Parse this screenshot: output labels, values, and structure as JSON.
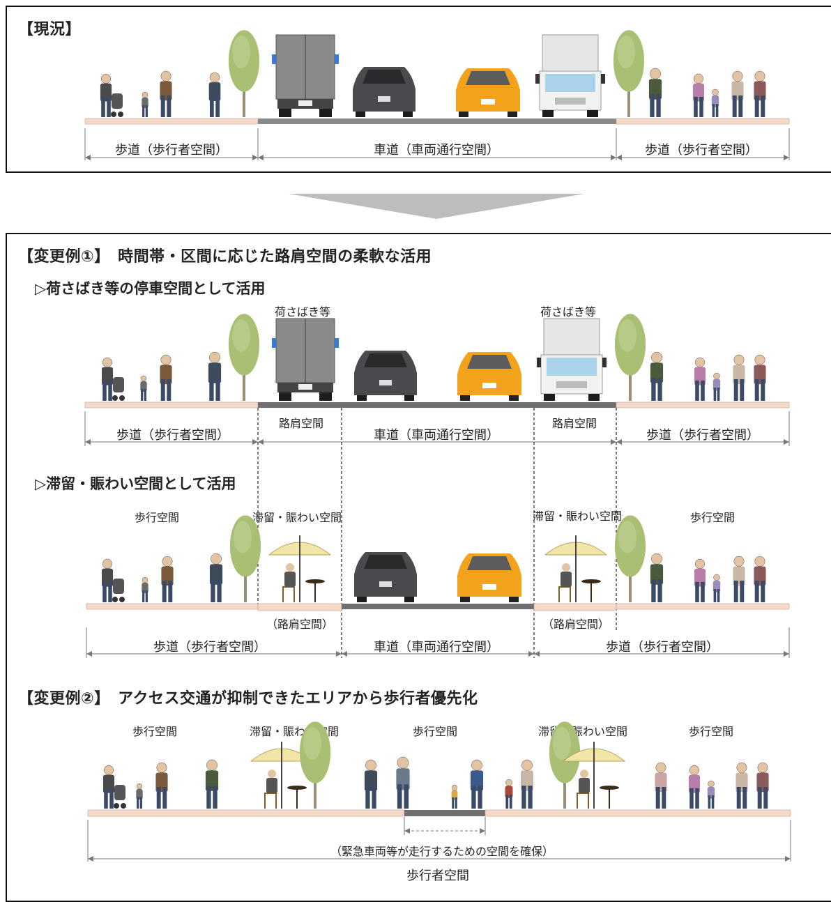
{
  "current": {
    "title": "【現況】",
    "labels": [
      "歩道（歩行者空間）",
      "車道（車両通行空間）",
      "歩道（歩行者空間）"
    ]
  },
  "ex1": {
    "title": "【変更例①】　時間帯・区間に応じた路肩空間の柔軟な活用",
    "a": {
      "subtitle": "▷荷さばき等の停車空間として活用",
      "top_labels": [
        "荷さばき等",
        "荷さばき等"
      ],
      "shoulder_labels": [
        "路肩空間",
        "路肩空間"
      ],
      "labels": [
        "歩道（歩行者空間）",
        "車道（車両通行空間）",
        "歩道（歩行者空間）"
      ]
    },
    "b": {
      "subtitle": "▷滞留・賑わい空間として活用",
      "top_labels": [
        "歩行空間",
        "滞留・賑わい空間",
        "滞留・賑わい空間",
        "歩行空間"
      ],
      "shoulder_labels": [
        "（路肩空間）",
        "（路肩空間）"
      ],
      "labels": [
        "歩道（歩行者空間）",
        "車道（車両通行空間）",
        "歩道（歩行者空間）"
      ]
    }
  },
  "ex2": {
    "title": "【変更例②】　アクセス交通が抑制できたエリアから歩行者優先化",
    "top_labels": [
      "歩行空間",
      "滞留・賑わい空間",
      "歩行空間",
      "滞留・賑わい空間",
      "歩行空間"
    ],
    "emergency_label": "（緊急車両等が走行するための空間を確保）",
    "label": "歩行者空間"
  },
  "colors": {
    "sidewalk": "#f6d9c8",
    "road": "#6f6f6f",
    "tree": "#a8bf74",
    "car_orange": "#f3a21c",
    "car_dark": "#4b4b4f",
    "truck": "#8a8a8a",
    "arrow": "#bdbdbd"
  }
}
